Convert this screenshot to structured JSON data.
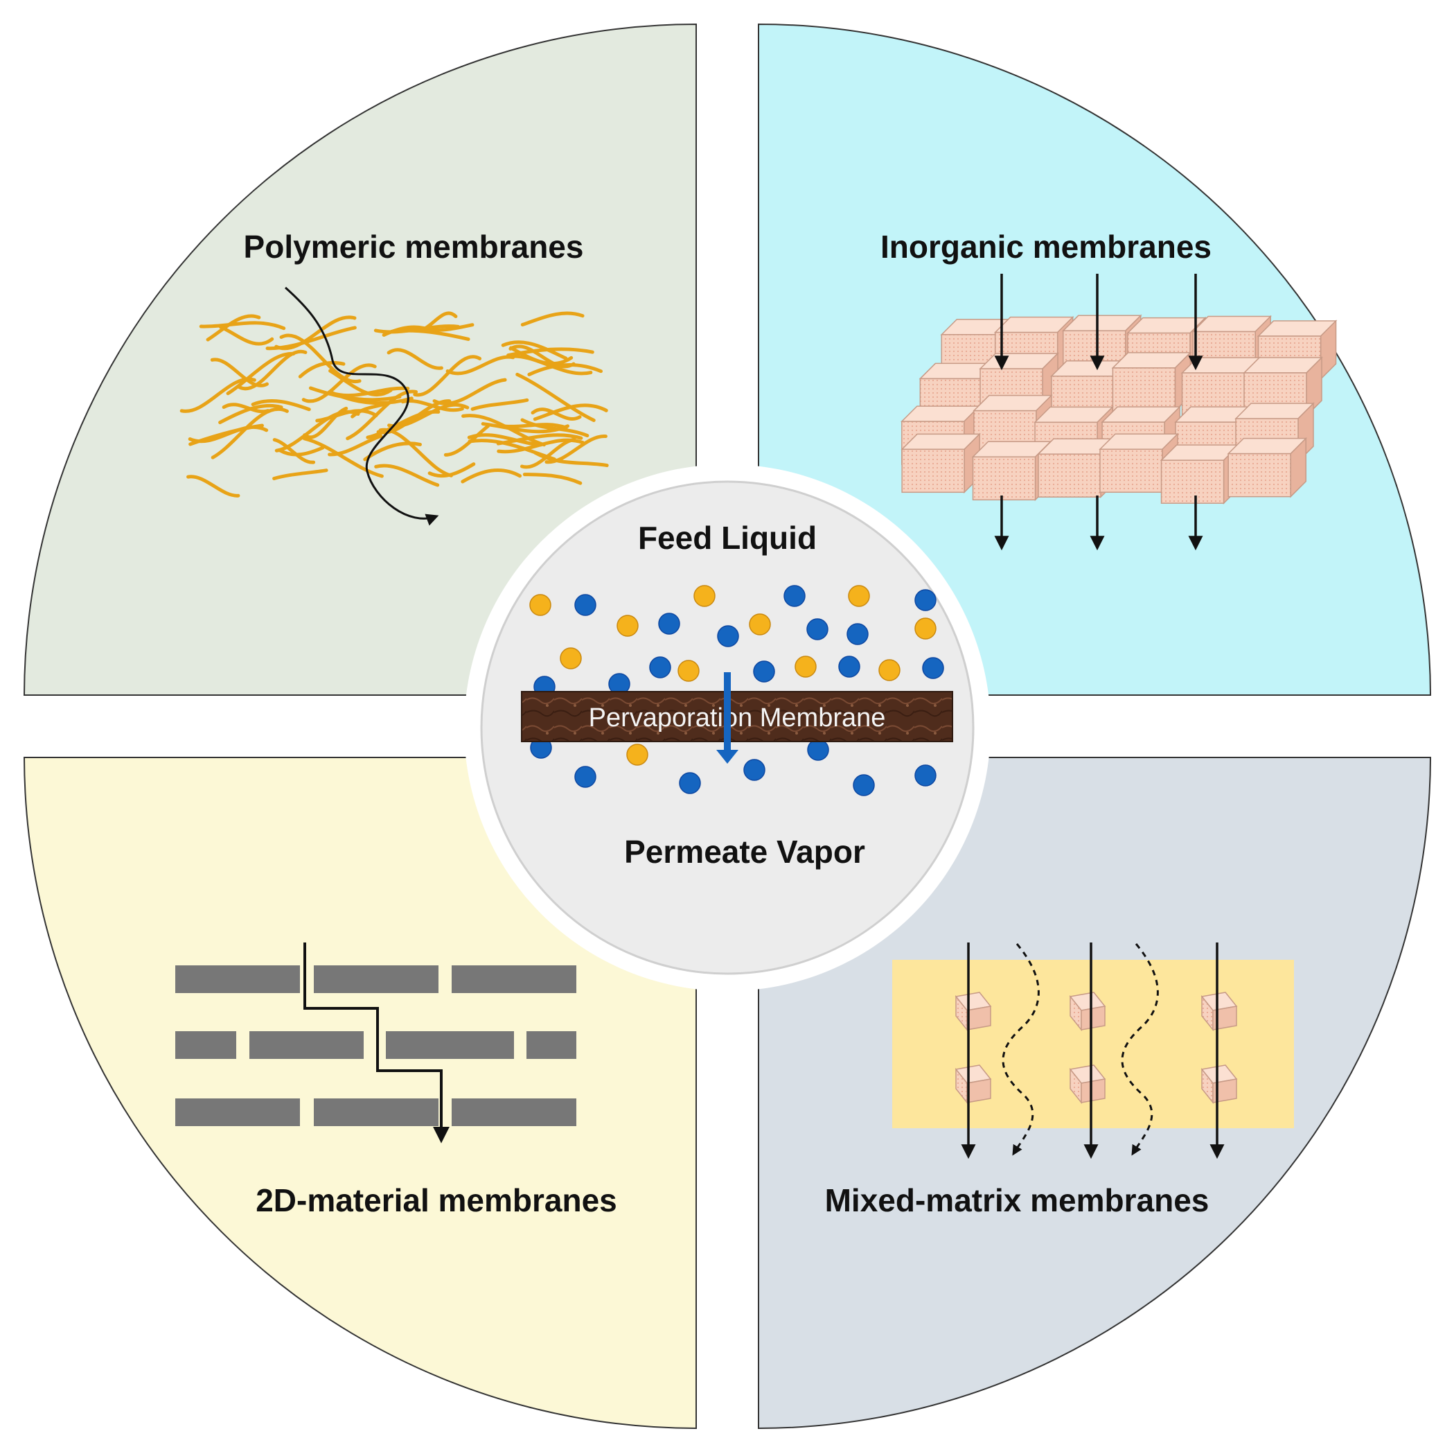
{
  "quadrants": {
    "top_left": {
      "label": "Polymeric membranes",
      "fill": "#e3eadf"
    },
    "top_right": {
      "label": "Inorganic membranes",
      "fill": "#c2f4f9"
    },
    "bottom_left": {
      "label": "2D-material membranes",
      "fill": "#fcf8d6"
    },
    "bottom_right": {
      "label": "Mixed-matrix membranes",
      "fill": "#d8dfe6"
    }
  },
  "center": {
    "feed_label": "Feed Liquid",
    "membrane_label": "Pervaporation Membrane",
    "permeate_label": "Permeate Vapor",
    "fill": "#ececec",
    "membrane_color": "#5a3524",
    "molecule_colors": {
      "orange": "#f5b21c",
      "blue": "#1565c0"
    }
  },
  "colors": {
    "fiber": "#e8a317",
    "crystal": "#f6cbb6",
    "sheet": "#777777",
    "matrix": "#fde69c",
    "arrow": "#111111"
  }
}
